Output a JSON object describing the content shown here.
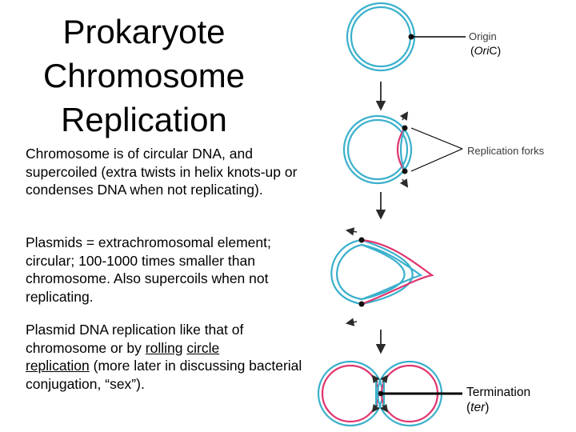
{
  "title": {
    "line1": "Prokaryote",
    "line2": "Chromosome",
    "line3": "Replication"
  },
  "paragraphs": {
    "p1": "Chromosome is of circular DNA, and supercoiled (extra twists in helix knots-up or condenses DNA when not replicating).",
    "p2": "Plasmids = extrachromosomal element; circular; 100-1000 times smaller than chromosome.  Also supercoils when not replicating.",
    "p3_prefix": "Plasmid DNA replication like that of chromosome or by ",
    "p3_link1": "rolling",
    "p3_space": " ",
    "p3_link2": "circle",
    "p3_newline": " ",
    "p3_link3": "replication",
    "p3_suffix": " (more later in discussing bacterial conjugation, “sex”)."
  },
  "labels": {
    "origin": "Origin",
    "oric_open": "(",
    "oric_ital": "Ori",
    "oric_close": "C)",
    "forks": "Replication forks",
    "termination": "Termination",
    "ter_open": "(",
    "ter_ital": "ter",
    "ter_close": ")"
  },
  "colors": {
    "parental_strand": "#3ab0cc",
    "new_strand": "#e0356e",
    "arrow": "#2b2b2b",
    "pointer": "#000000"
  }
}
